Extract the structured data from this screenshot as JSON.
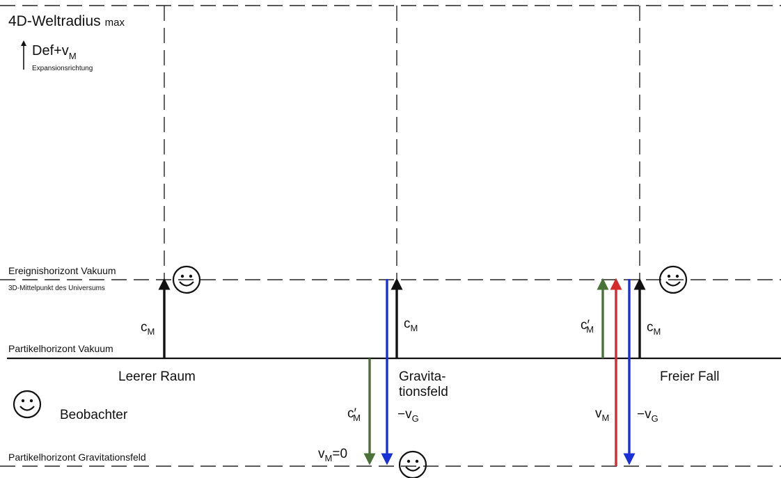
{
  "top_label": {
    "main": "4D-Weltradius",
    "suffix": "max"
  },
  "legend": {
    "arrow_label_main": "Def+v",
    "arrow_label_sub": "M",
    "small_text": "Expansionsrichtung"
  },
  "lines": {
    "ereignishorizont": "Ereignishorizont Vakuum",
    "mittelpunkt": "3D-Mittelpunkt des Universums",
    "partikel_vakuum": "Partikelhorizont Vakuum",
    "partikel_gravitation": "Partikelhorizont Gravitationsfeld"
  },
  "regions": {
    "leerer_raum": "Leerer Raum",
    "gravitationsfeld_line1": "Gravita-",
    "gravitationsfeld_line2": "tionsfeld",
    "freier_fall": "Freier Fall",
    "beobachter": "Beobachter"
  },
  "arrow_labels": {
    "cM_base": "c",
    "cM_sub": "M",
    "cM_prime_base": "c′",
    "cM_prime_sub": "M",
    "minus_vG_base": "−v",
    "minus_vG_sub": "G",
    "vM_base": "v",
    "vM_sub": "M",
    "vM_zero_base": "v",
    "vM_zero_sub": "M",
    "vM_zero_tail": "=0"
  },
  "colors": {
    "black": "#111111",
    "green": "#4a7236",
    "blue": "#1a2fd6",
    "red": "#d62a2a"
  }
}
